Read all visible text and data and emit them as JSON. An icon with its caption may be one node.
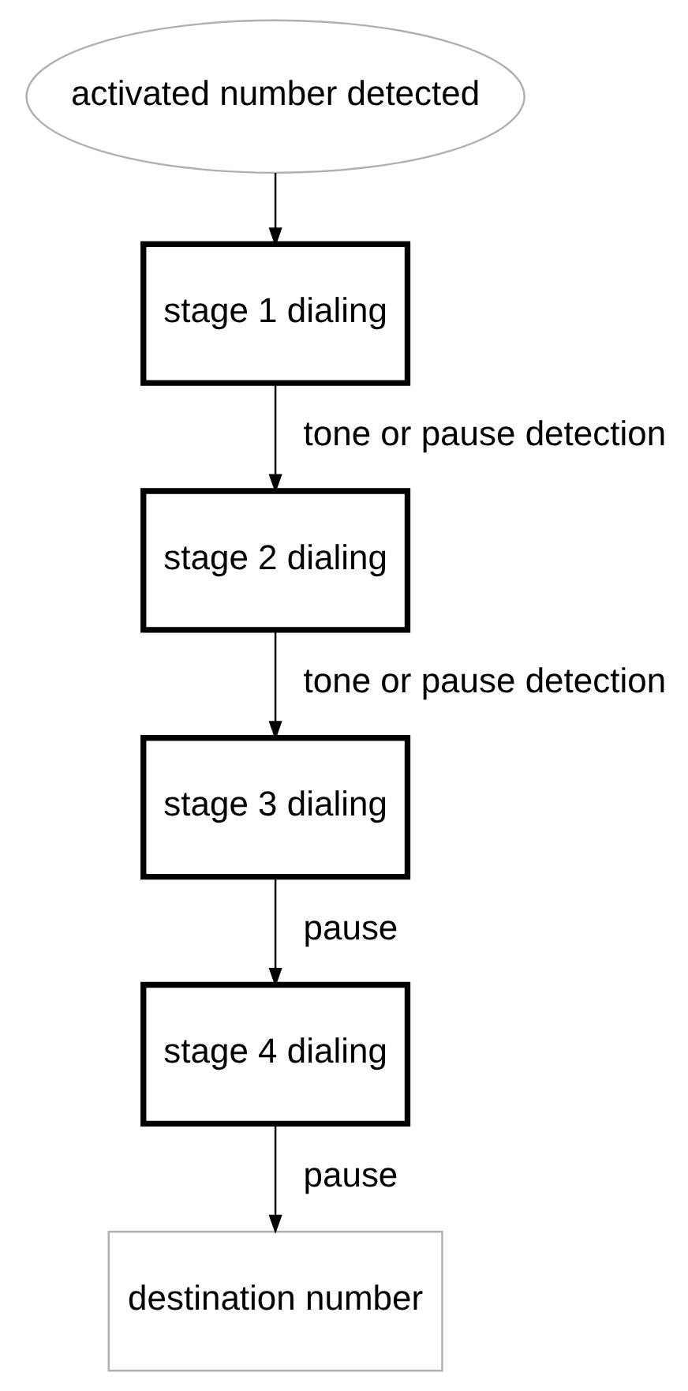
{
  "diagram": {
    "nodes": [
      {
        "text": [
          "activated number detected"
        ]
      },
      {
        "text": [
          "stage 1 dialing"
        ]
      },
      {
        "text": [
          "stage 2 dialing"
        ]
      },
      {
        "text": [
          "stage 3 dialing"
        ]
      },
      {
        "text": [
          "stage 4 dialing"
        ]
      },
      {
        "text": [
          "destination number"
        ]
      }
    ],
    "edges": [
      {
        "from": 0,
        "to": 1,
        "arrow": "to"
      },
      {
        "from": 1,
        "to": 2,
        "arrow": "to",
        "label": "tone or pause detection"
      },
      {
        "from": 2,
        "to": 3,
        "arrow": "to",
        "label": "tone or pause detection"
      },
      {
        "from": 3,
        "to": 4,
        "arrow": "to",
        "label": "pause"
      },
      {
        "from": 4,
        "to": 5,
        "arrow": "to",
        "label": "pause"
      }
    ]
  }
}
